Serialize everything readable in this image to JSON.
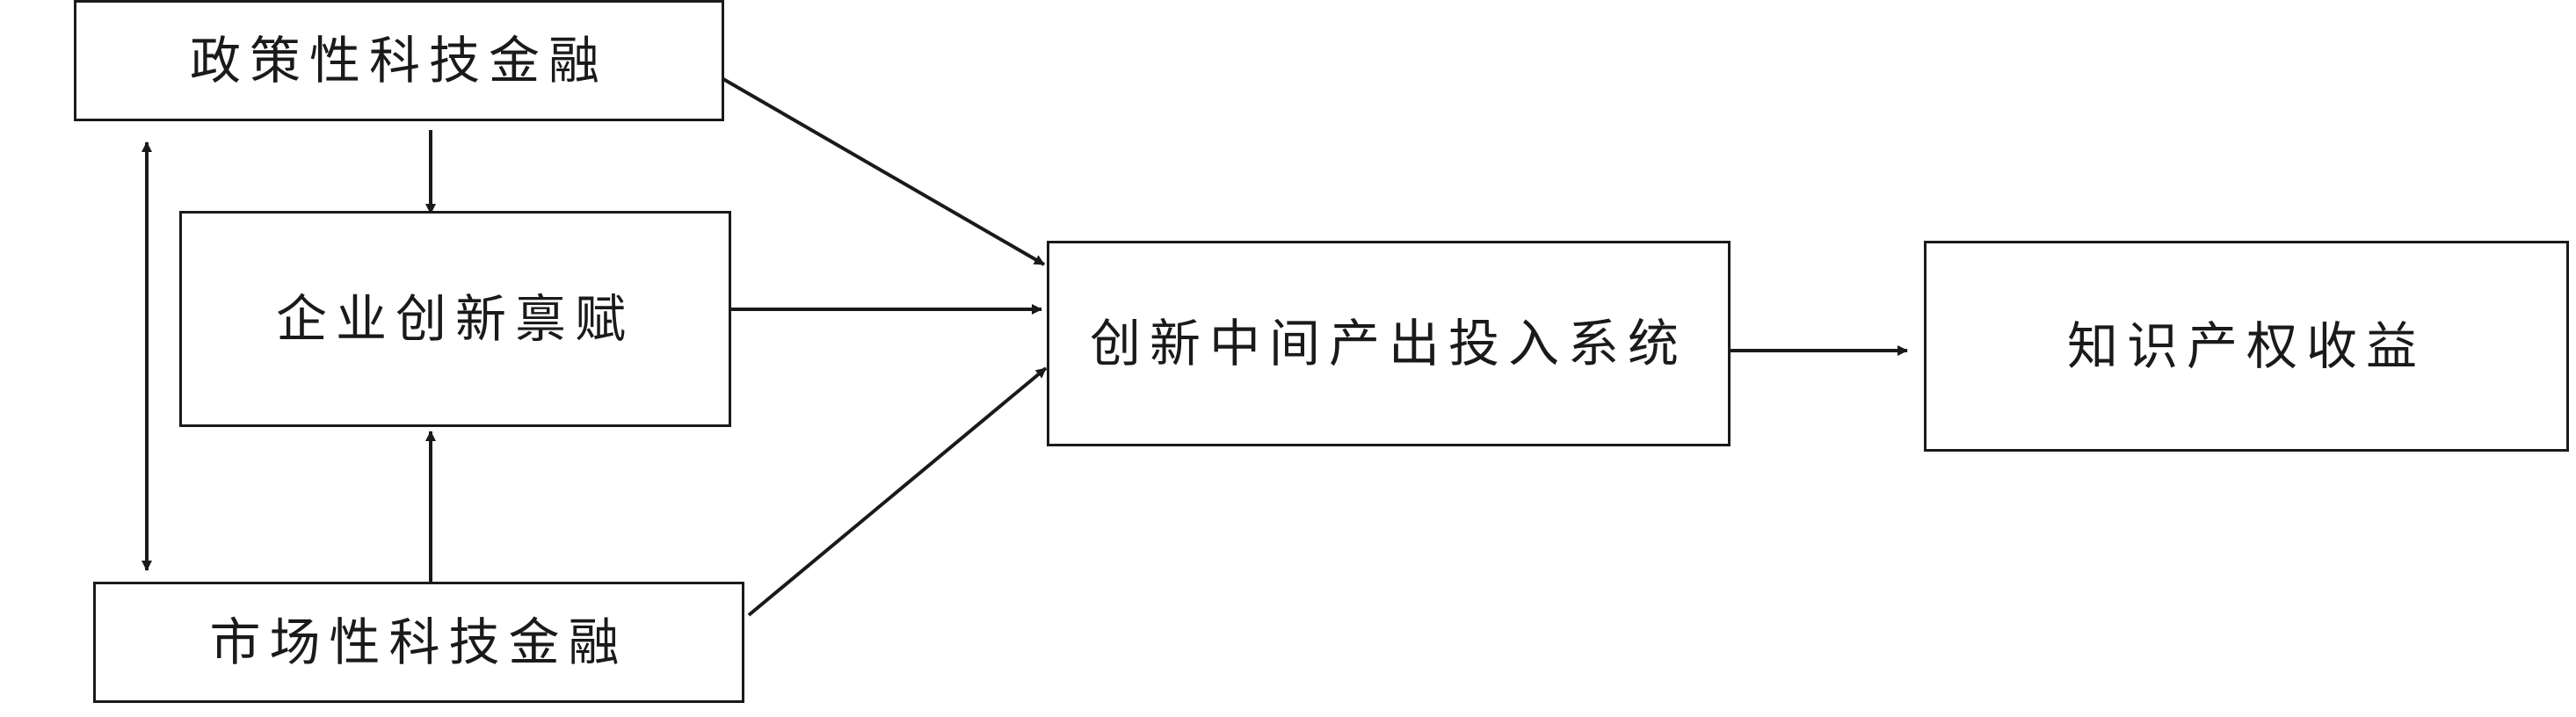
{
  "diagram": {
    "nodes": {
      "policy_fintech": "政策性科技金融",
      "enterprise_endowment": "企业创新禀赋",
      "market_fintech": "市场性科技金融",
      "innovation_system": "创新中间产出投入系统",
      "ip_returns": "知识产权收益"
    },
    "stroke_color": "#1a1a1a"
  }
}
